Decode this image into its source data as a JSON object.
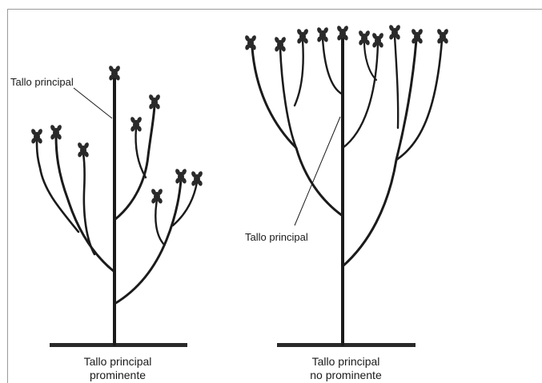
{
  "left_plant": {
    "callout_label": "Tallo principal",
    "caption_line1": "Tallo principal",
    "caption_line2": "prominente"
  },
  "right_plant": {
    "callout_label": "Tallo principal",
    "caption_line1": "Tallo principal",
    "caption_line2": "no prominente"
  },
  "colors": {
    "stem": "#1b1b1b",
    "ground": "#2a2a2a",
    "border": "#9a9a9a"
  }
}
